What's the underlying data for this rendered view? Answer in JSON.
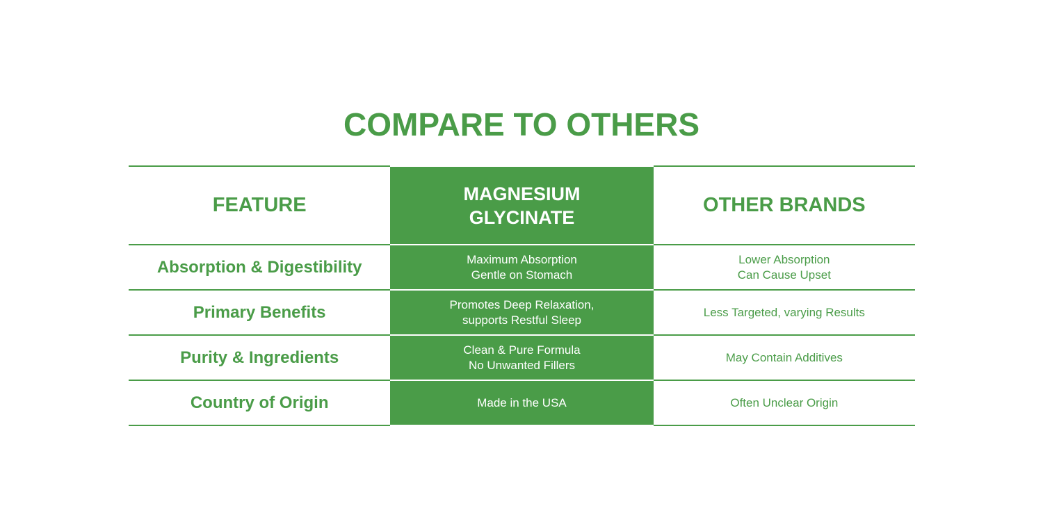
{
  "title": "COMPARE TO OTHERS",
  "colors": {
    "accent": "#4a9c48"
  },
  "headers": {
    "feature": "FEATURE",
    "ours_line1": "MAGNESIUM",
    "ours_line2": "GLYCINATE",
    "others": "OTHER BRANDS"
  },
  "rows": [
    {
      "feature": "Absorption & Digestibility",
      "ours": [
        "Maximum Absorption",
        "Gentle on Stomach"
      ],
      "others": [
        "Lower Absorption",
        "Can Cause Upset"
      ]
    },
    {
      "feature": "Primary Benefits",
      "ours": [
        "Promotes Deep Relaxation,",
        "supports Restful Sleep"
      ],
      "others": [
        "Less Targeted, varying Results"
      ]
    },
    {
      "feature": "Purity & Ingredients",
      "ours": [
        "Clean & Pure Formula",
        "No Unwanted Fillers"
      ],
      "others": [
        "May Contain Additives"
      ]
    },
    {
      "feature": "Country of Origin",
      "ours": [
        "Made in the USA"
      ],
      "others": [
        "Often Unclear Origin"
      ]
    }
  ]
}
